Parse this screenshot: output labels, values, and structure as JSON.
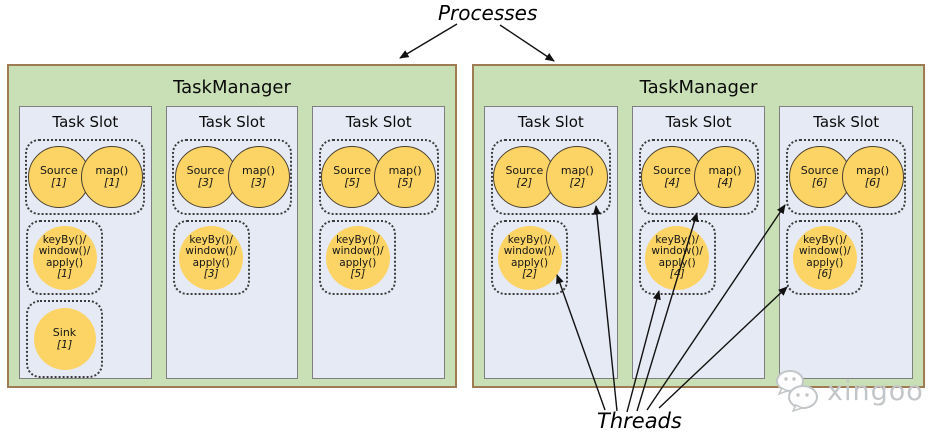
{
  "labels": {
    "processes": "Processes",
    "threads": "Threads"
  },
  "watermark": {
    "text": "xingoo",
    "icon": "wechat-bubbles-icon"
  },
  "colors": {
    "taskmanager_fill": "#c9e0b6",
    "taskmanager_border": "#9e7b52",
    "slot_fill": "#e6eaf4",
    "slot_border": "#7f7f7f",
    "operator_fill": "#fcd365",
    "operator_border": "#4a4130",
    "arrow": "#111111",
    "watermark_color": "#c3c6c8"
  },
  "taskmanagers": [
    {
      "title": "TaskManager",
      "slots": [
        {
          "title": "Task Slot",
          "source_label": "Source",
          "source_sub": "[1]",
          "map_label": "map()",
          "map_sub": "[1]",
          "key1": "keyBy()/",
          "key2": "window()/",
          "key3": "apply()",
          "key_sub": "[1]",
          "sink_label": "Sink",
          "sink_sub": "[1]"
        },
        {
          "title": "Task Slot",
          "source_label": "Source",
          "source_sub": "[3]",
          "map_label": "map()",
          "map_sub": "[3]",
          "key1": "keyBy()/",
          "key2": "window()/",
          "key3": "apply()",
          "key_sub": "[3]"
        },
        {
          "title": "Task Slot",
          "source_label": "Source",
          "source_sub": "[5]",
          "map_label": "map()",
          "map_sub": "[5]",
          "key1": "keyBy()/",
          "key2": "window()/",
          "key3": "apply()",
          "key_sub": "[5]"
        }
      ]
    },
    {
      "title": "TaskManager",
      "slots": [
        {
          "title": "Task Slot",
          "source_label": "Source",
          "source_sub": "[2]",
          "map_label": "map()",
          "map_sub": "[2]",
          "key1": "keyBy()/",
          "key2": "window()/",
          "key3": "apply()",
          "key_sub": "[2]"
        },
        {
          "title": "Task Slot",
          "source_label": "Source",
          "source_sub": "[4]",
          "map_label": "map()",
          "map_sub": "[4]",
          "key1": "keyBy()/",
          "key2": "window()/",
          "key3": "apply()",
          "key_sub": "[4]"
        },
        {
          "title": "Task Slot",
          "source_label": "Source",
          "source_sub": "[6]",
          "map_label": "map()",
          "map_sub": "[6]",
          "key1": "keyBy()/",
          "key2": "window()/",
          "key3": "apply()",
          "key_sub": "[6]"
        }
      ]
    }
  ]
}
